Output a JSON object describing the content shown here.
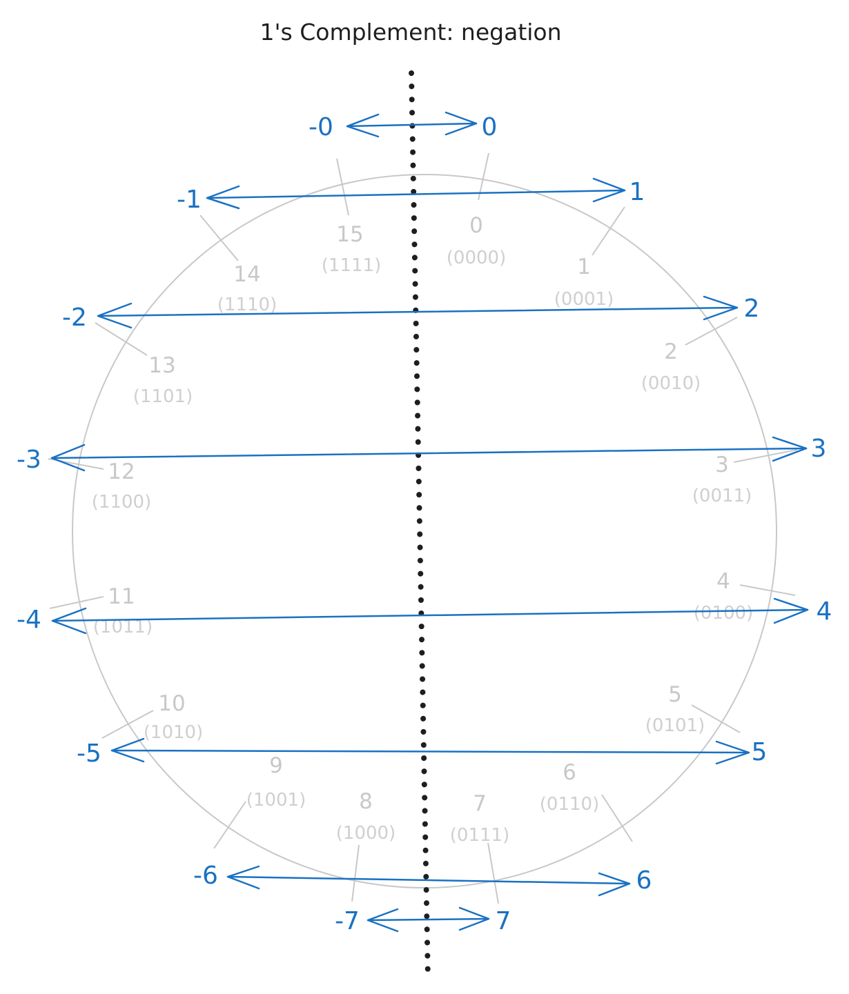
{
  "title": "1's Complement: negation",
  "colors": {
    "arrow": "#1971c2",
    "wheel": "#c8c8c8",
    "axis": "#1e1e1e",
    "text": "#1e1e1e"
  },
  "wheel": {
    "slots": [
      {
        "value": "0",
        "bits": "(0000)"
      },
      {
        "value": "1",
        "bits": "(0001)"
      },
      {
        "value": "2",
        "bits": "(0010)"
      },
      {
        "value": "3",
        "bits": "(0011)"
      },
      {
        "value": "4",
        "bits": "(0100)"
      },
      {
        "value": "5",
        "bits": "(0101)"
      },
      {
        "value": "6",
        "bits": "(0110)"
      },
      {
        "value": "7",
        "bits": "(0111)"
      },
      {
        "value": "8",
        "bits": "(1000)"
      },
      {
        "value": "9",
        "bits": "(1001)"
      },
      {
        "value": "10",
        "bits": "(1010)"
      },
      {
        "value": "11",
        "bits": "(1011)"
      },
      {
        "value": "12",
        "bits": "(1100)"
      },
      {
        "value": "13",
        "bits": "(1101)"
      },
      {
        "value": "14",
        "bits": "(1110)"
      },
      {
        "value": "15",
        "bits": "(1111)"
      }
    ]
  },
  "negations": [
    {
      "positive": "0",
      "negative": "-0"
    },
    {
      "positive": "1",
      "negative": "-1"
    },
    {
      "positive": "2",
      "negative": "-2"
    },
    {
      "positive": "3",
      "negative": "-3"
    },
    {
      "positive": "4",
      "negative": "-4"
    },
    {
      "positive": "5",
      "negative": "-5"
    },
    {
      "positive": "6",
      "negative": "-6"
    },
    {
      "positive": "7",
      "negative": "-7"
    }
  ]
}
